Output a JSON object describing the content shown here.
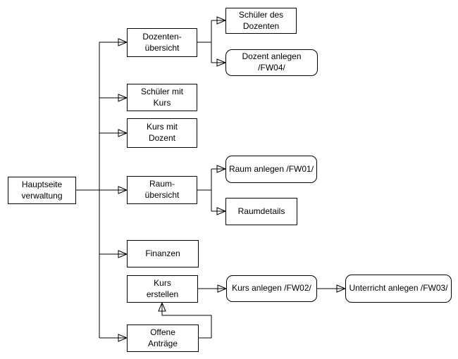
{
  "diagram": {
    "background_color": "#ffffff",
    "line_color": "#000000",
    "text_color": "#000000",
    "nodes": {
      "hauptseite": {
        "label": "Hauptseite\nverwaltung",
        "shape": "rect"
      },
      "dozenten_uebersicht": {
        "label": "Dozenten-\nübersicht",
        "shape": "rect"
      },
      "schueler_des_dozenten": {
        "label": "Schüler des\nDozenten",
        "shape": "rect"
      },
      "dozent_anlegen": {
        "label": "Dozent anlegen /FW04/",
        "shape": "rounded"
      },
      "schueler_mit_kurs": {
        "label": "Schüler mit\nKurs",
        "shape": "rect"
      },
      "kurs_mit_dozent": {
        "label": "Kurs mit\nDozent",
        "shape": "rect"
      },
      "raum_uebersicht": {
        "label": "Raum-\nübersicht",
        "shape": "rect"
      },
      "raum_anlegen": {
        "label": "Raum anlegen /FW01/",
        "shape": "rounded"
      },
      "raumdetails": {
        "label": "Raumdetails",
        "shape": "rect"
      },
      "finanzen": {
        "label": "Finanzen",
        "shape": "rect"
      },
      "kurs_erstellen": {
        "label": "Kurs\nerstellen",
        "shape": "rect"
      },
      "kurs_anlegen": {
        "label": "Kurs anlegen /FW02/",
        "shape": "rounded"
      },
      "unterricht_anlegen": {
        "label": "Unterricht anlegen /FW03/",
        "shape": "rounded"
      },
      "offene_antraege": {
        "label": "Offene\nAnträge",
        "shape": "rect"
      }
    },
    "edges": [
      {
        "from": "hauptseite",
        "to": "dozenten_uebersicht",
        "arrow": "open-triangle"
      },
      {
        "from": "hauptseite",
        "to": "schueler_mit_kurs",
        "arrow": "open-triangle"
      },
      {
        "from": "hauptseite",
        "to": "kurs_mit_dozent",
        "arrow": "open-triangle"
      },
      {
        "from": "hauptseite",
        "to": "raum_uebersicht",
        "arrow": "open-triangle"
      },
      {
        "from": "hauptseite",
        "to": "finanzen",
        "arrow": "open-triangle"
      },
      {
        "from": "hauptseite",
        "to": "offene_antraege",
        "arrow": "open-triangle"
      },
      {
        "from": "dozenten_uebersicht",
        "to": "schueler_des_dozenten",
        "arrow": "open-triangle"
      },
      {
        "from": "dozenten_uebersicht",
        "to": "dozent_anlegen",
        "arrow": "open-triangle"
      },
      {
        "from": "raum_uebersicht",
        "to": "raum_anlegen",
        "arrow": "open-triangle"
      },
      {
        "from": "raum_uebersicht",
        "to": "raumdetails",
        "arrow": "open-triangle"
      },
      {
        "from": "kurs_erstellen",
        "to": "kurs_anlegen",
        "arrow": "open-triangle"
      },
      {
        "from": "kurs_anlegen",
        "to": "unterricht_anlegen",
        "arrow": "open-triangle"
      },
      {
        "from": "offene_antraege",
        "to": "kurs_erstellen",
        "arrow": "open-triangle"
      }
    ]
  }
}
